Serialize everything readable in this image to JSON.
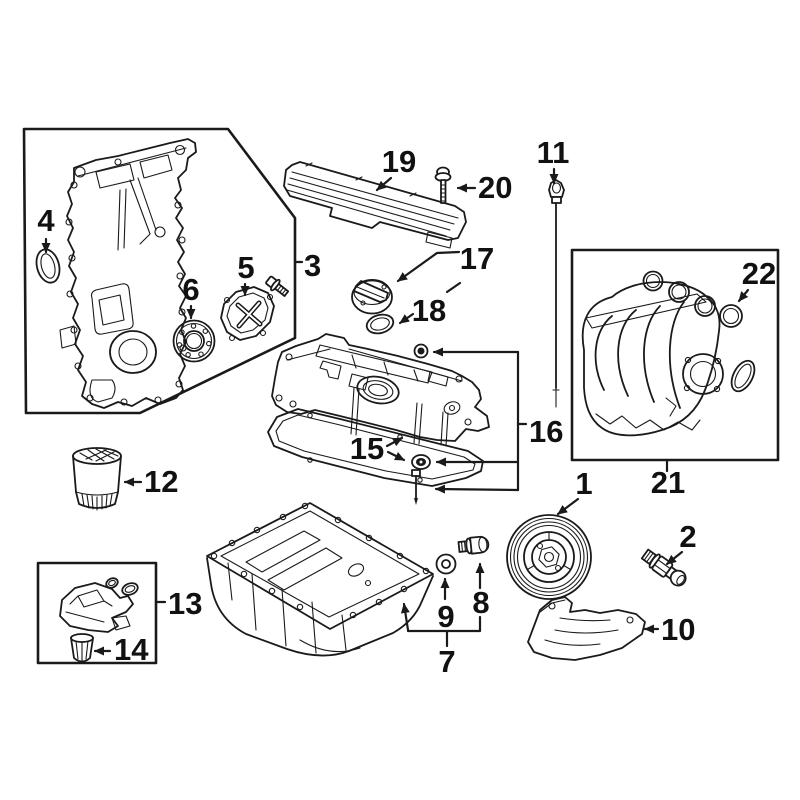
{
  "figure": {
    "type": "exploded-parts-diagram",
    "background": "#ffffff",
    "line_color": "#1a1a1a",
    "callouts": [
      {
        "label": "1"
      },
      {
        "label": "2"
      },
      {
        "label": "3"
      },
      {
        "label": "4"
      },
      {
        "label": "5"
      },
      {
        "label": "6"
      },
      {
        "label": "7"
      },
      {
        "label": "8"
      },
      {
        "label": "9"
      },
      {
        "label": "10"
      },
      {
        "label": "11"
      },
      {
        "label": "12"
      },
      {
        "label": "13"
      },
      {
        "label": "14"
      },
      {
        "label": "15"
      },
      {
        "label": "16"
      },
      {
        "label": "17"
      },
      {
        "label": "18"
      },
      {
        "label": "19"
      },
      {
        "label": "20"
      },
      {
        "label": "21"
      },
      {
        "label": "22"
      }
    ]
  }
}
